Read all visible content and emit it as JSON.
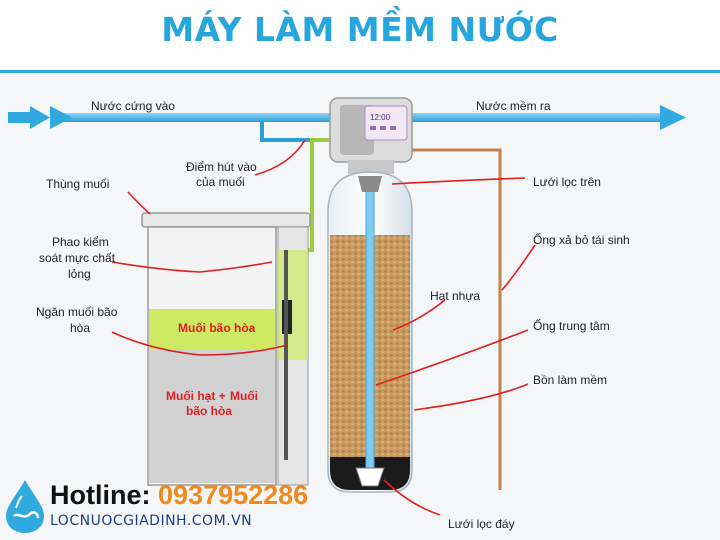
{
  "title": "MÁY LÀM MỀM NƯỚC",
  "labels": {
    "inlet": "Nước cứng vào",
    "outlet": "Nước mềm ra",
    "suction_1": "Điểm hút vào",
    "suction_2": "của muối",
    "salt_tank": "Thùng muối",
    "float_1": "Phao kiểm",
    "float_2": "soát mực chất",
    "float_3": "lỏng",
    "brine_1": "Ngăn muối bão",
    "brine_2": "hòa",
    "top_screen": "Lưới lọc trên",
    "drain": "Ống xả bỏ tái sinh",
    "resin": "Hạt nhựa",
    "riser": "Ống trung tâm",
    "softener_tank": "Bồn làm mềm",
    "bottom_screen": "Lưới lọc đáy"
  },
  "tank_text": {
    "saturated": "Muối bão hòa",
    "granular_1": "Muối hạt +",
    "granular_2": "Muối",
    "granular_3": "bão hòa"
  },
  "valve_display": "12:00",
  "hotline": {
    "label": "Hotline:",
    "number": "0937952286"
  },
  "website": "LOCNUOCGIADINH.COM.VN",
  "colors": {
    "title": "#27a6de",
    "arrow": "#2fa9de",
    "resin": "#c8955a",
    "leader": "#e02020",
    "hotline_number": "#f08a1c"
  }
}
